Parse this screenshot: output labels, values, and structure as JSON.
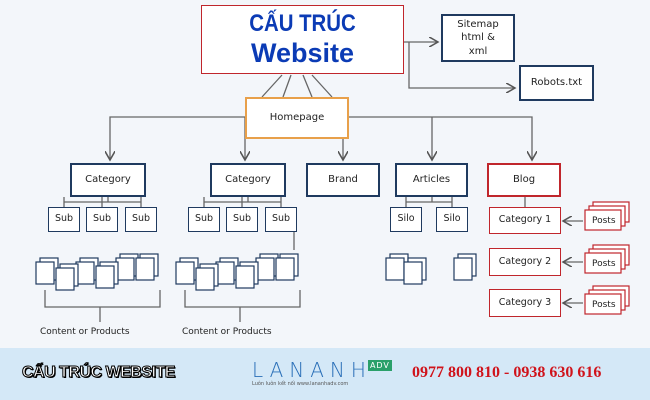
{
  "title": {
    "line1": "CẤU TRÚC",
    "line2": "Website"
  },
  "sitemap": "Sitemap html & xml",
  "robots": "Robots.txt",
  "homepage": "Homepage",
  "categories": [
    "Category",
    "Category"
  ],
  "brand": "Brand",
  "articles": "Articles",
  "blog": "Blog",
  "sub": "Sub",
  "silo": "Silo",
  "blog_categories": [
    "Category 1",
    "Category 2",
    "Category 3"
  ],
  "posts": "Posts",
  "content_caption": "Content or Products",
  "footer": {
    "title": "CẤU TRÚC WEBSITE",
    "logo": "LANANH",
    "logo_badge": "ADV",
    "logo_tagline": "Luôn luôn kết nối   www.lananhadv.com",
    "phone": "0977 800 810 - 0938 630 616"
  },
  "colors": {
    "accent_red": "#c0262c",
    "navy": "#1f3a5f",
    "title_blue": "#0b3bb5",
    "homepage_orange": "#e8a04a",
    "footer_bg": "#d4e8f7"
  }
}
